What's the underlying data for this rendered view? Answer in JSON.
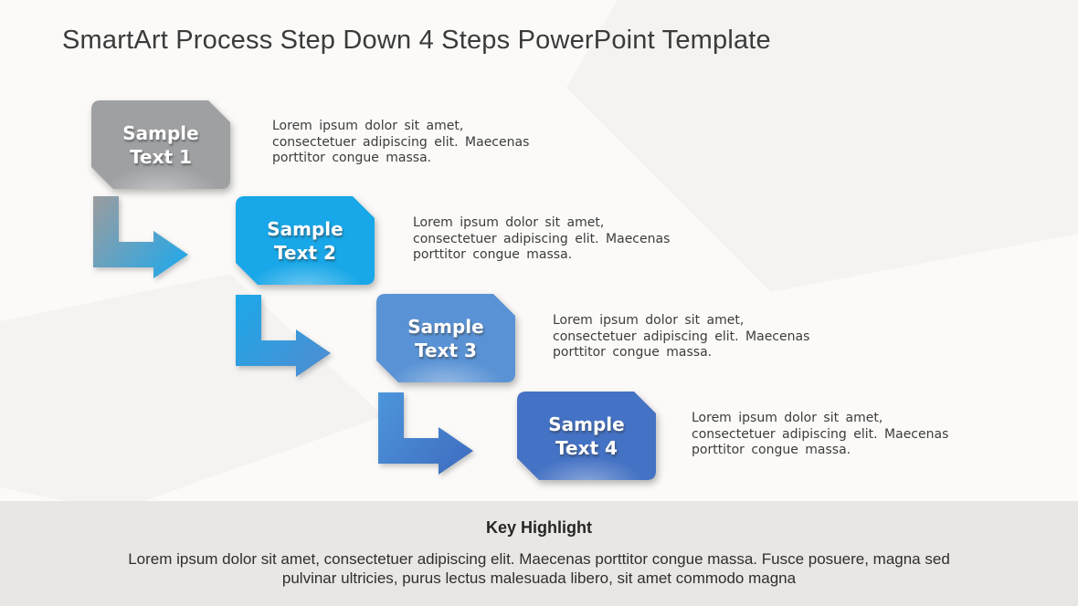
{
  "slide": {
    "title": "SmartArt Process Step Down 4 Steps PowerPoint Template",
    "background_color": "#fbfaf8",
    "footer_band_color": "#e9e7e4"
  },
  "steps": [
    {
      "label": "Sample Text 1",
      "description": "Lorem ipsum dolor sit amet,\nconsectetuer adipiscing elit. Maecenas\nporttitor congue massa.",
      "box_color": "#9ea0a2"
    },
    {
      "label": "Sample Text 2",
      "description": "Lorem ipsum dolor sit amet,\nconsectetuer adipiscing elit. Maecenas\nporttitor congue massa.",
      "box_color": "#18a7e8"
    },
    {
      "label": "Sample Text 3",
      "description": "Lorem ipsum dolor sit amet,\nconsectetuer adipiscing elit. Maecenas\nporttitor congue massa.",
      "box_color": "#5a93d5"
    },
    {
      "label": "Sample Text 4",
      "description": "Lorem ipsum dolor sit amet,\nconsectetuer adipiscing elit. Maecenas\nporttitor congue massa.",
      "box_color": "#4472c4"
    }
  ],
  "arrows": [
    {
      "from_color": "#9c9c9e",
      "to_color": "#29a8e6"
    },
    {
      "from_color": "#1ca8e8",
      "to_color": "#4b8fd3"
    },
    {
      "from_color": "#4c96db",
      "to_color": "#4070c2"
    }
  ],
  "footer": {
    "heading": "Key Highlight",
    "body": "Lorem ipsum dolor sit amet, consectetuer adipiscing elit. Maecenas porttitor congue massa. Fusce posuere, magna sed\npulvinar ultricies, purus lectus malesuada libero, sit amet commodo magna"
  }
}
